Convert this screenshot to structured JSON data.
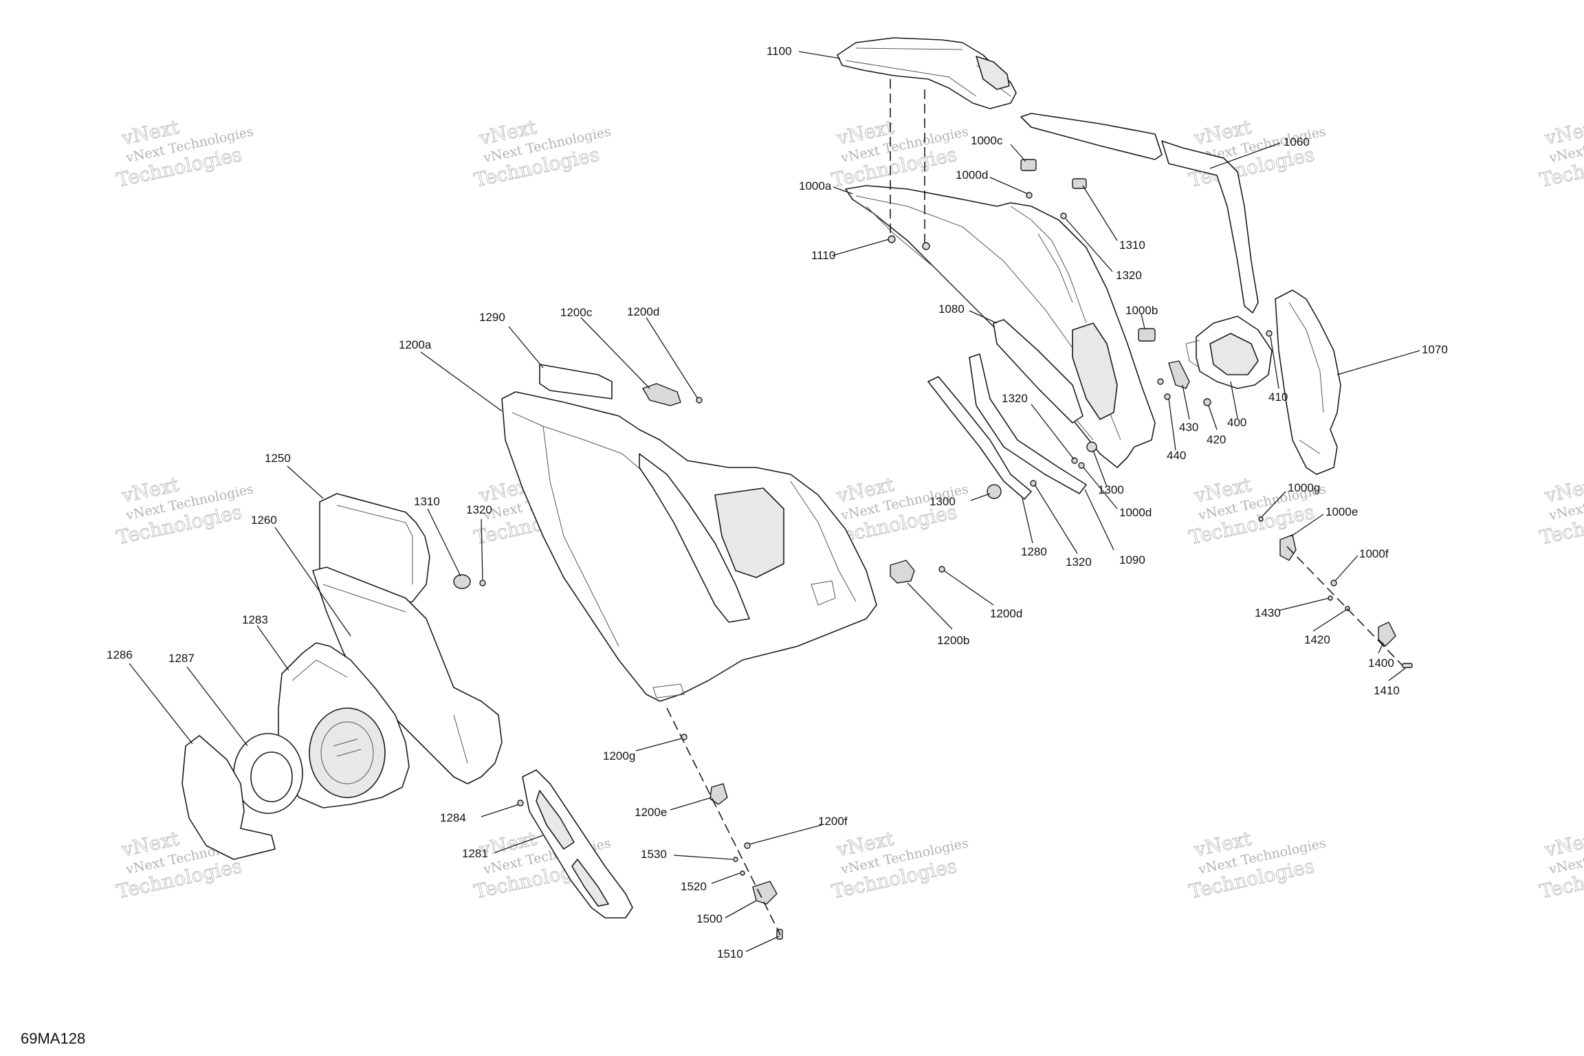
{
  "diagram": {
    "reference_code": "69MA128",
    "watermark": {
      "line1": "vNext",
      "line2": "vNext Technologies",
      "line3": "Technologies"
    },
    "callouts": {
      "c1100": "1100",
      "c1060": "1060",
      "c1000c": "1000c",
      "c1000d_top": "1000d",
      "c1000a": "1000a",
      "c1310_top": "1310",
      "c1110": "1110",
      "c1320_top": "1320",
      "c1080": "1080",
      "c1000b": "1000b",
      "c1070": "1070",
      "c410": "410",
      "c400": "400",
      "c430": "430",
      "c420": "420",
      "c440": "440",
      "c1320_mid": "1320",
      "c1300_right": "1300",
      "c1000d_mid": "1000d",
      "c1300_left": "1300",
      "c1280": "1280",
      "c1320_low": "1320",
      "c1090": "1090",
      "c1000g": "1000g",
      "c1000e": "1000e",
      "c1000f": "1000f",
      "c1430": "1430",
      "c1420": "1420",
      "c1400": "1400",
      "c1410": "1410",
      "c1290": "1290",
      "c1200c": "1200c",
      "c1200d_top": "1200d",
      "c1200a": "1200a",
      "c1250": "1250",
      "c1310_left": "1310",
      "c1320_left": "1320",
      "c1260": "1260",
      "c1283": "1283",
      "c1286": "1286",
      "c1287": "1287",
      "c1200d_low": "1200d",
      "c1200b": "1200b",
      "c1200g": "1200g",
      "c1200e": "1200e",
      "c1200f": "1200f",
      "c1284": "1284",
      "c1281": "1281",
      "c1530": "1530",
      "c1520": "1520",
      "c1500": "1500",
      "c1510": "1510"
    }
  }
}
